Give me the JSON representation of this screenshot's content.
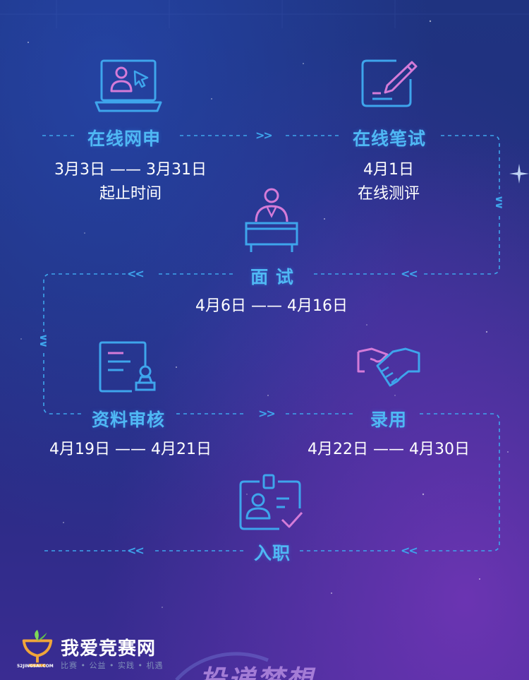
{
  "steps": [
    {
      "title": "在线网申",
      "lines": [
        "3月3日 —— 3月31日",
        "起止时间"
      ],
      "icon": "laptop-user-cursor-icon"
    },
    {
      "title": "在线笔试",
      "lines": [
        "4月1日",
        "在线测评"
      ],
      "icon": "pen-paper-icon"
    },
    {
      "title": "面 试",
      "lines": [
        "4月6日 —— 4月16日"
      ],
      "icon": "interviewer-desk-icon"
    },
    {
      "title": "资料审核",
      "lines": [
        "4月19日 —— 4月21日"
      ],
      "icon": "document-stamp-icon"
    },
    {
      "title": "录用",
      "lines": [
        "4月22日 —— 4月30日"
      ],
      "icon": "handshake-icon"
    },
    {
      "title": "入职",
      "lines": [],
      "icon": "id-badge-check-icon"
    }
  ],
  "chevrons": {
    "right": ">>",
    "left": "<<",
    "down": "∨∨"
  },
  "logo": {
    "name": "我爱竞赛网",
    "tags": "比赛 • 公益 • 实践 • 机遇",
    "site": "52JINGSAI.COM"
  },
  "bottom_slogan": "投递梦想",
  "colors": {
    "title": "#4fb8f4",
    "line": "#3ea5ec",
    "accent_pink": "#d47bd8",
    "text": "#ffffff"
  }
}
